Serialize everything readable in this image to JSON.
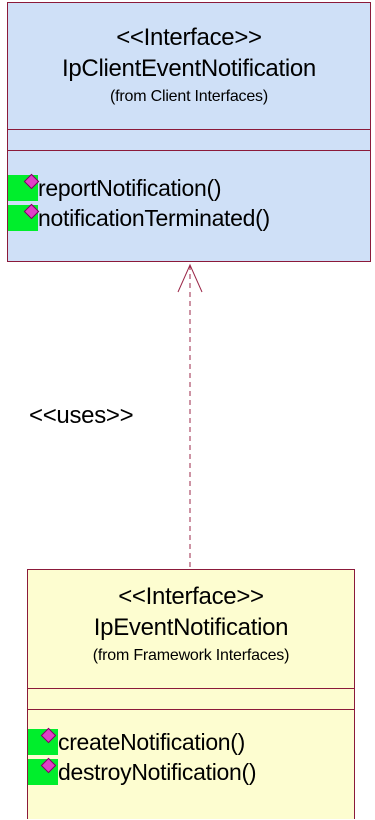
{
  "diagram": {
    "client_interface": {
      "stereotype": "<<Interface>>",
      "name": "IpClientEventNotification",
      "origin": "(from Client Interfaces)",
      "fill_color": "#cfe0f7",
      "operations": [
        "reportNotification()",
        "notificationTerminated()"
      ]
    },
    "event_interface": {
      "stereotype": "<<Interface>>",
      "name": "IpEventNotification",
      "origin": "(from Framework Interfaces)",
      "fill_color": "#fdfdd0",
      "operations": [
        "createNotification()",
        "destroyNotification()"
      ]
    },
    "dependency": {
      "label": "<<uses>>",
      "line_color": "#9b2748"
    },
    "operation_icon": {
      "icon": "public-operation-icon",
      "background_color": "#00ee2c",
      "gem_color": "#e040c8"
    }
  }
}
